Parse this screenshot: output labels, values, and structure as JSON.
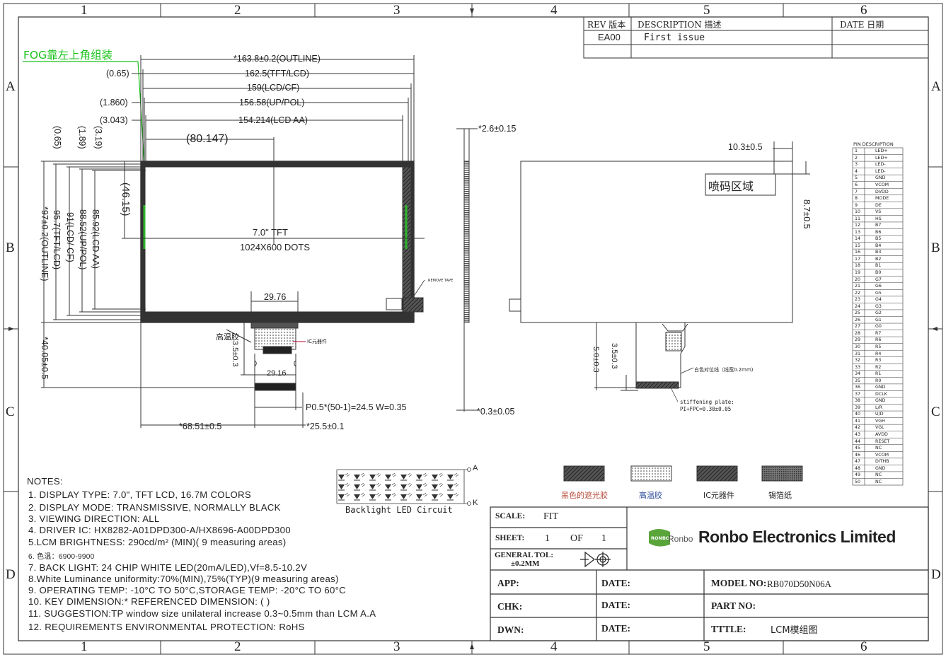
{
  "grid": {
    "columns": [
      "1",
      "2",
      "3",
      "4",
      "5",
      "6"
    ],
    "rows": [
      "A",
      "B",
      "C",
      "D"
    ]
  },
  "revision_table": {
    "headers": {
      "rev": "REV 版本",
      "description": "DESCRIPTION 描述",
      "date": "DATE 日期"
    },
    "rows": [
      {
        "rev": "EA00",
        "description": "First issue",
        "date": ""
      }
    ]
  },
  "fog_note": "FOG靠左上角组装",
  "front_view": {
    "h_dims": {
      "outline": "*163.8±0.2(OUTLINE)",
      "tft_lcd": "162.5(TFT/LCD)",
      "lcd_cf": "159(LCD/CF)",
      "up_pol": "156.58(UP/POL)",
      "lcd_aa": "154.214(LCD AA)",
      "offset_065": "(0.65)",
      "offset_1860": "(1.860)",
      "offset_3043": "(3.043)",
      "center_x": "(80.147)"
    },
    "v_dims": {
      "offset_065": "(0.65)",
      "offset_189": "(1.89)",
      "offset_319": "(3.19)",
      "center_y": "(46.15)",
      "outline": "*97±0.2(OUTLINE)",
      "tft_lcd": "95.7(TFT/LCD)",
      "lcd_cf": "91(LCD/ CF)",
      "up_pol": "88.52(UP/POL)",
      "lcd_aa": "85.92(LCD AA)",
      "total": "*40.05±0.5"
    },
    "center_label_1": "7.0\" TFT",
    "center_label_2": "1024X600 DOTS",
    "remove_tape": "REMOVE TAPE",
    "fpc": {
      "top_width": "29.76",
      "bottom_width": "29.16",
      "height": "3.5±0.3",
      "high_temp_tape": "高温胶",
      "ic_part": "IC元器件",
      "pitch": "P0.5*(50-1)=24.5 W=0.35",
      "left_offset": "*68.51±0.5",
      "fpc_width": "*25.5±0.1"
    }
  },
  "side_view": {
    "thickness": "*2.6±0.15",
    "fpc_thickness": "*0.3±0.05"
  },
  "back_view": {
    "code_area": "喷码区域",
    "offset_x": "10.3±0.5",
    "offset_y": "8.7±0.5",
    "dim_50": "5.0±0.3",
    "dim_35": "3.5±0.3",
    "white_line": "白色对位线（线宽0.2mm)",
    "stiffener_1": "stiffening plate:",
    "stiffener_2": "PI+FPC=0.30±0.05"
  },
  "pin_table": {
    "header": "PIN  DESCRIPTION",
    "pins": [
      [
        "1",
        "LED+"
      ],
      [
        "2",
        "LED+"
      ],
      [
        "3",
        "LED-"
      ],
      [
        "4",
        "LED-"
      ],
      [
        "5",
        "GND"
      ],
      [
        "6",
        "VCOM"
      ],
      [
        "7",
        "DVDD"
      ],
      [
        "8",
        "MODE"
      ],
      [
        "9",
        "DE"
      ],
      [
        "10",
        "VS"
      ],
      [
        "11",
        "HS"
      ],
      [
        "12",
        "B7"
      ],
      [
        "13",
        "B6"
      ],
      [
        "14",
        "B5"
      ],
      [
        "15",
        "B4"
      ],
      [
        "16",
        "B3"
      ],
      [
        "17",
        "B2"
      ],
      [
        "18",
        "B1"
      ],
      [
        "19",
        "B0"
      ],
      [
        "20",
        "G7"
      ],
      [
        "21",
        "G6"
      ],
      [
        "22",
        "G5"
      ],
      [
        "23",
        "G4"
      ],
      [
        "24",
        "G3"
      ],
      [
        "25",
        "G2"
      ],
      [
        "26",
        "G1"
      ],
      [
        "27",
        "G0"
      ],
      [
        "28",
        "R7"
      ],
      [
        "29",
        "R6"
      ],
      [
        "30",
        "R5"
      ],
      [
        "31",
        "R4"
      ],
      [
        "32",
        "R3"
      ],
      [
        "33",
        "R2"
      ],
      [
        "34",
        "R1"
      ],
      [
        "35",
        "R0"
      ],
      [
        "36",
        "GND"
      ],
      [
        "37",
        "DCLK"
      ],
      [
        "38",
        "GND"
      ],
      [
        "39",
        "L/R"
      ],
      [
        "40",
        "U/D"
      ],
      [
        "41",
        "VGH"
      ],
      [
        "42",
        "VGL"
      ],
      [
        "43",
        "AVDD"
      ],
      [
        "44",
        "RESET"
      ],
      [
        "45",
        "NC"
      ],
      [
        "46",
        "VCOM"
      ],
      [
        "47",
        "DITHB"
      ],
      [
        "48",
        "GND"
      ],
      [
        "49",
        "NC"
      ],
      [
        "50",
        "NC"
      ]
    ]
  },
  "legend": [
    {
      "label": "黑色的遮光胶",
      "color": "#b84a3a"
    },
    {
      "label": "高温胶",
      "color": "#2f4f9a"
    },
    {
      "label": "IC元器件",
      "color": "#222222"
    },
    {
      "label": "锡箔纸",
      "color": "#222222"
    }
  ],
  "backlight": {
    "title": "Backlight LED Circuit",
    "anode": "A",
    "cathode": "K"
  },
  "notes": {
    "title": "NOTES:",
    "items": [
      "1. DISPLAY TYPE: 7.0\", TFT LCD, 16.7M COLORS",
      "2. DISPLAY MODE: TRANSMISSIVE, NORMALLY BLACK",
      "3. VIEWING DIRECTION:   ALL",
      "4. DRIVER IC: HX8282-A01DPD300-A/HX8696-A00DPD300",
      "5.LCM BRIGHTNESS: 290cd/m² (MIN)( 9 measuring areas)",
      "6. 色温：6900-9900",
      "7. BACK LIGHT: 24 CHIP WHITE LED(20mA/LED),Vf=8.5-10.2V",
      "8.White Luminance uniformity:70%(MIN),75%(TYP)(9 measuring areas)",
      "9. OPERATING TEMP: -10°C TO 50°C,STORAGE TEMP: -20°C TO 60°C",
      "10. KEY DIMENSION:* REFERENCED DIMENSION: (   )",
      "11. SUGGESTION:TP window size unilateral increase 0.3~0.5mm than LCM A.A",
      "12. REQUIREMENTS ENVIRONMENTAL PROTECTION: RoHS"
    ]
  },
  "title_block": {
    "scale_label": "SCALE:",
    "scale_value": "FIT",
    "sheet_label": "SHEET:",
    "sheet_value": "1",
    "of_label": "OF",
    "of_value": "1",
    "tol_label": "GENERAL TOL:",
    "tol_value": "±0.2MM",
    "logo_text": "Ronbo",
    "logo_badge": "RONBO",
    "company": "Ronbo Electronics Limited",
    "app": "APP:",
    "chk": "CHK:",
    "dwn": "DWN:",
    "date": "DATE:",
    "model_label": "MODEL NO:",
    "model_value": "RB070D50N06A",
    "part_label": "PART NO:",
    "part_value": "",
    "title_label": "TTTLE:",
    "title_value": "LCM模组图"
  }
}
